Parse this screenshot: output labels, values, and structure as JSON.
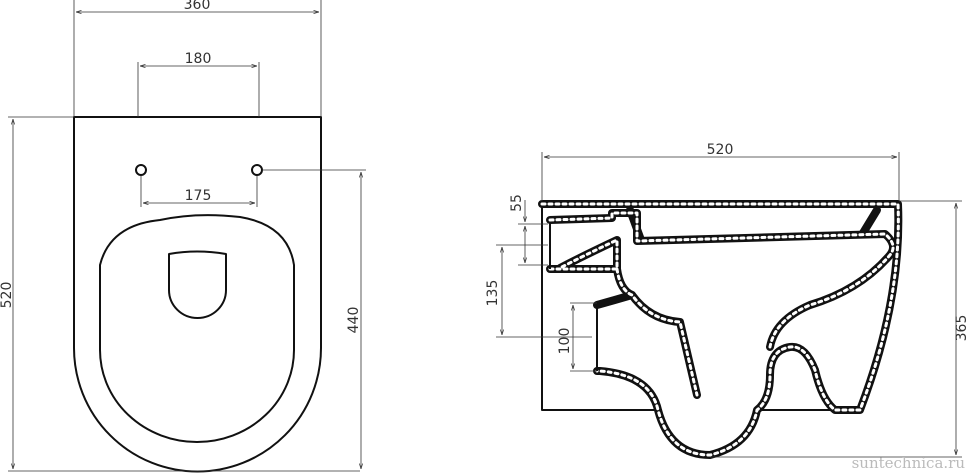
{
  "front_view": {
    "dimensions": {
      "width": "360",
      "mount_span": "180",
      "hole_span": "175",
      "length": "520",
      "hole_to_front": "440"
    }
  },
  "side_view": {
    "dimensions": {
      "length": "520",
      "inlet_height": "55",
      "inlet_to_outlet": "135",
      "outlet_height": "100",
      "height": "365"
    }
  },
  "watermark": "suntechnica.ru",
  "colors": {
    "line": "#111111",
    "dimension": "#333333",
    "watermark": "#bbbbbb"
  }
}
